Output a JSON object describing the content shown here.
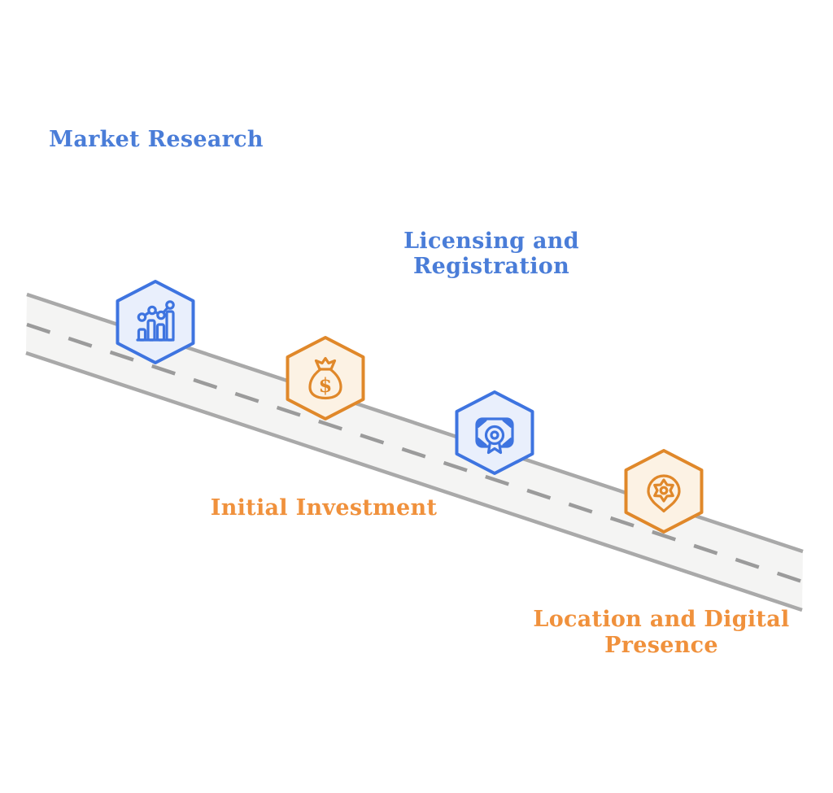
{
  "colors": {
    "blue": "#3e74e0",
    "blue_fill": "#e9effc",
    "blue_text": "#4a7dd8",
    "orange": "#e0882a",
    "orange_fill": "#fcf2e4",
    "orange_text": "#f0913c",
    "road_fill": "#f4f4f3",
    "road_edge": "#a9a9a9",
    "road_dash": "#9b9b9b",
    "background": "#ffffff"
  },
  "milestones": [
    {
      "id": "market-research",
      "label": "Market Research",
      "icon": "bar-chart-icon",
      "theme": "blue",
      "label_position": "above-road"
    },
    {
      "id": "initial-investment",
      "label": "Initial Investment",
      "icon": "money-bag-icon",
      "glyph": "$",
      "theme": "orange",
      "label_position": "below-road"
    },
    {
      "id": "licensing-and-registration",
      "label": "Licensing and Registration",
      "icon": "certificate-icon",
      "theme": "blue",
      "label_position": "above-road"
    },
    {
      "id": "location-and-digital-presence",
      "label": "Location and Digital Presence",
      "icon": "location-pin-gear-icon",
      "theme": "orange",
      "label_position": "below-road"
    }
  ]
}
